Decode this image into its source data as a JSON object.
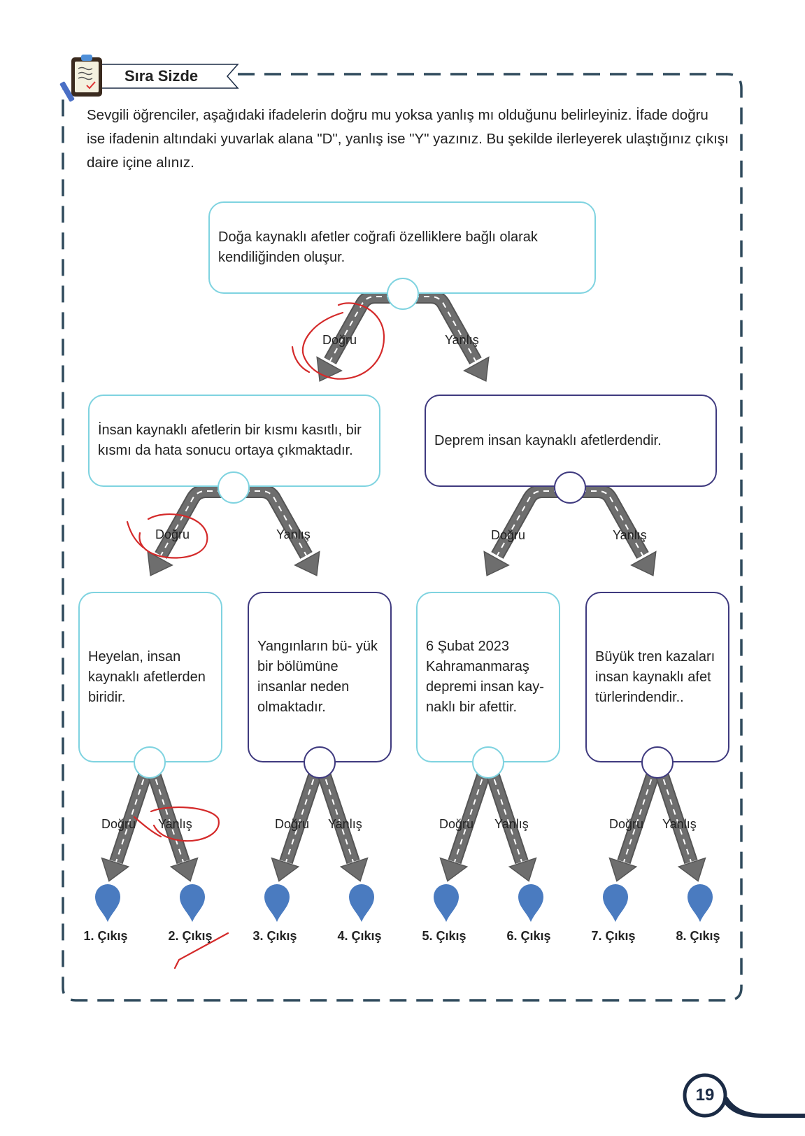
{
  "header": {
    "title": "Sıra Sizde",
    "icon": "clipboard-pencil-icon"
  },
  "intro": "Sevgili öğrenciler, aşağıdaki ifadelerin doğru mu yoksa yanlış mı olduğunu belirleyiniz. İfade doğru ise ifadenin altındaki yuvarlak alana \"D\", yanlış ise \"Y\" yazınız. Bu şekilde ilerleyerek ulaştığınız çıkışı daire içine alınız.",
  "statements": {
    "root": "Doğa kaynaklı afetler coğrafi özelliklere bağlı olarak kendiliğinden oluşur.",
    "left": "İnsan kaynaklı afetlerin bir kısmı kasıtlı, bir kısmı da hata sonucu ortaya çıkmaktadır.",
    "right": "Deprem insan kaynaklı afetlerdendir.",
    "leaf1": "Heyelan, insan kaynaklı afetlerden biridir.",
    "leaf2": "Yangınların bü-\nyük bir bölümüne insanlar neden olmaktadır.",
    "leaf3": "6 Şubat 2023 Kahramanmaraş depremi insan kay-\nnaklı bir afettir.",
    "leaf4": "Büyük tren kazaları insan kaynaklı afet türlerindendir.."
  },
  "branch_labels": {
    "true": "Doğru",
    "false": "Yanlış"
  },
  "exits": [
    "1. Çıkış",
    "2. Çıkış",
    "3. Çıkış",
    "4. Çıkış",
    "5. Çıkış",
    "6. Çıkış",
    "7. Çıkış",
    "8. Çıkış"
  ],
  "page_number": "19",
  "colors": {
    "dash_border": "#2f4a5c",
    "cyan_border": "#7fd3e0",
    "navy_border": "#3f3a7f",
    "road": "#6e6e6e",
    "pin": "#4a7bc0",
    "handwriting": "#d42a2a",
    "page_tab": "#1b2b45"
  }
}
